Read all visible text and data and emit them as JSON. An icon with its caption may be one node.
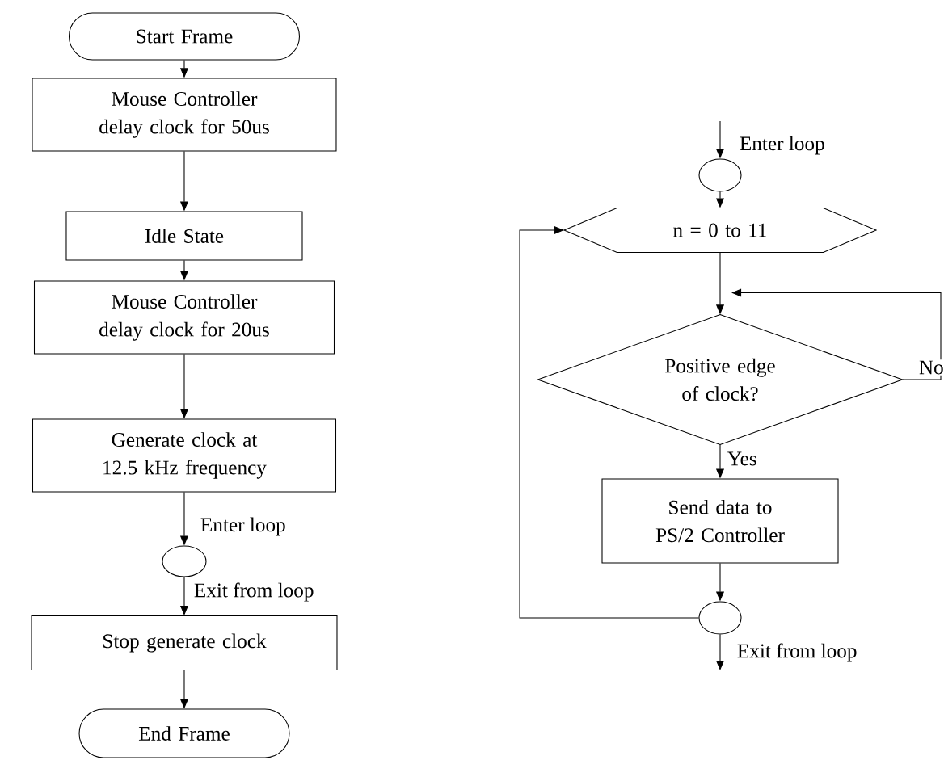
{
  "diagram": {
    "nodes": [
      {
        "text": [
          "Start Frame"
        ]
      },
      {
        "text": [
          "Mouse Controller delay clock for 50us"
        ]
      },
      {
        "text": [
          "Idle State"
        ]
      },
      {
        "text": [
          "Mouse Controller delay clock for 20us"
        ]
      },
      {
        "text": [
          "Generate clock at 12.5 kHz frequency"
        ]
      },
      {
        "text": [],
        "shape": "circle"
      },
      {
        "text": [
          "Stop generate clock"
        ]
      },
      {
        "text": [
          "End Frame"
        ]
      },
      {
        "text": [],
        "shape": "circle"
      },
      {
        "text": [
          "n = 0 to 11"
        ]
      },
      {
        "text": [
          "Positive edge of clock?"
        ]
      },
      {
        "text": [
          "Send data to PS/2 Controller"
        ]
      },
      {
        "text": [],
        "shape": "circle"
      }
    ],
    "edges": [
      {
        "from": 0,
        "to": 1,
        "arrow": "to"
      },
      {
        "from": 1,
        "to": 2,
        "arrow": "to"
      },
      {
        "from": 2,
        "to": 3,
        "arrow": "to"
      },
      {
        "from": 3,
        "to": 4,
        "arrow": "to"
      },
      {
        "from": 4,
        "to": 5,
        "arrow": "to",
        "label": "Enter loop"
      },
      {
        "from": 5,
        "to": 6,
        "arrow": "to",
        "label": "Exit from loop"
      },
      {
        "from": 6,
        "to": 7,
        "arrow": "to"
      },
      {
        "from": null,
        "to": 8,
        "arrow": "to",
        "label": "Enter loop"
      },
      {
        "from": 8,
        "to": 9,
        "arrow": "to"
      },
      {
        "from": 9,
        "to": 10,
        "arrow": "to"
      },
      {
        "from": 10,
        "to": 10,
        "arrow": "to",
        "label": "No"
      },
      {
        "from": 10,
        "to": 11,
        "arrow": "to",
        "label": "Yes"
      },
      {
        "from": 11,
        "to": 12,
        "arrow": "to"
      },
      {
        "from": 12,
        "to": 9,
        "arrow": "to"
      },
      {
        "from": 12,
        "to": null,
        "arrow": "to",
        "label": "Exit from loop"
      }
    ]
  }
}
